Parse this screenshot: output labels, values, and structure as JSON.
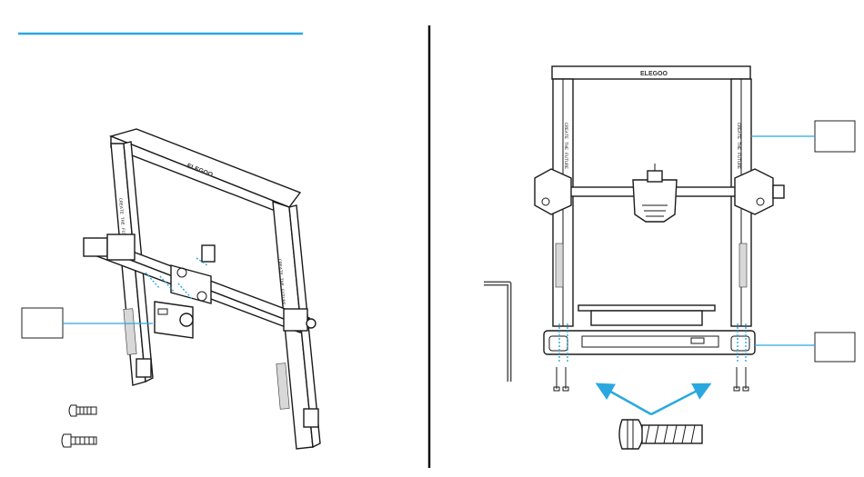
{
  "colors": {
    "accent": "#29a8e0",
    "ink": "#1a1a1a"
  },
  "frame_logo": "ELEGOO",
  "side_slogan": "CREATE THE FUTURE",
  "icons": [
    "hex-key",
    "flat-head-screw",
    "socket-head-screw",
    "assembly-arrows"
  ]
}
